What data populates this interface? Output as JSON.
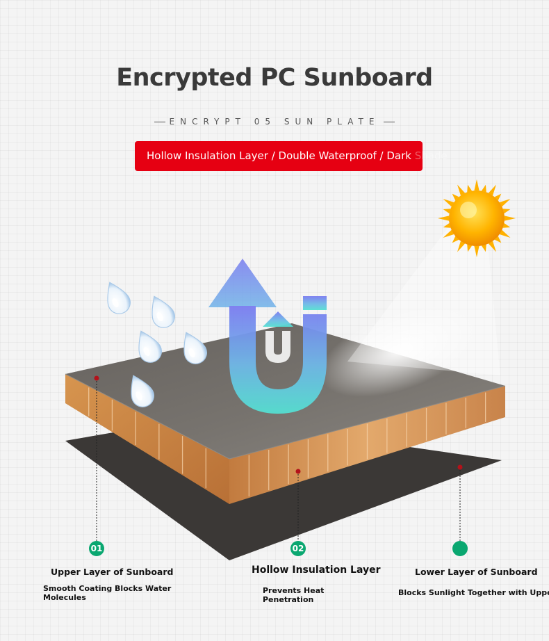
{
  "header": {
    "title": "Encrypted PC Sunboard",
    "subtitle": "ENCRYPT 05 SUN PLATE",
    "banner_main": "Hollow Insulation Layer / Double Waterproof / Dark ",
    "banner_fade": "Shade"
  },
  "features": [
    {
      "number": "01",
      "title": "Upper Layer of Sunboard",
      "desc_line1": "Smooth Coating Blocks Water",
      "desc_line2": "Molecules"
    },
    {
      "number": "02",
      "title": "Hollow Insulation Layer",
      "desc_line1": "Prevents Heat",
      "desc_line2": "Penetration"
    },
    {
      "number": "",
      "title": "Lower Layer of Sunboard",
      "desc_line1": "Blocks Sunlight Together with Upper Layer",
      "desc_line2": ""
    }
  ],
  "colors": {
    "accent_red": "#e60012",
    "badge_green": "#0aa770",
    "board_top": "#6f6b67",
    "board_edge": "#c9884f",
    "bottom_sheet": "#3b3836"
  },
  "icons": [
    "sun-icon",
    "water-drop-icon",
    "uv-arrow-icon"
  ]
}
